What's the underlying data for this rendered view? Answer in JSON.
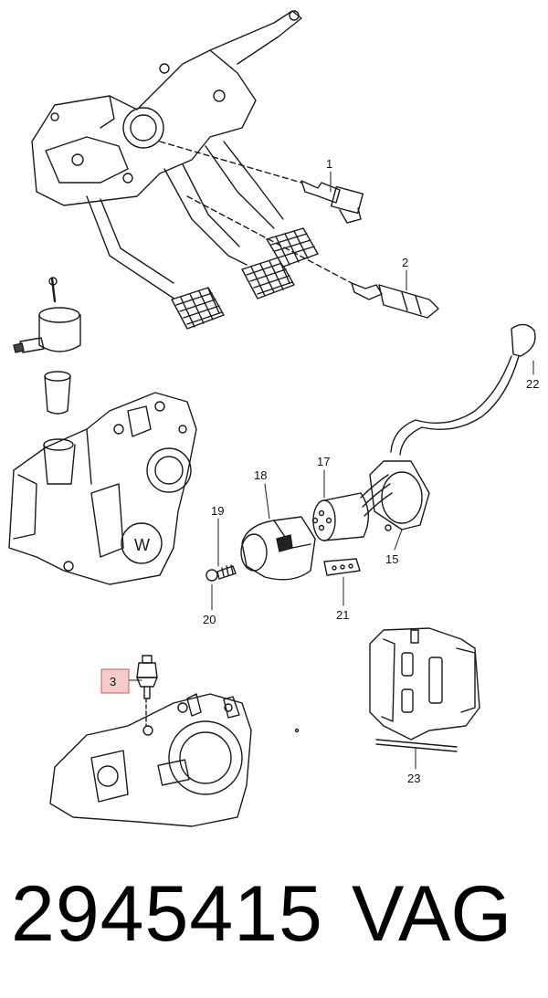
{
  "diagram": {
    "callouts": [
      {
        "id": "c1",
        "label": "1"
      },
      {
        "id": "c2",
        "label": "2"
      },
      {
        "id": "c3",
        "label": "3",
        "highlighted": true
      },
      {
        "id": "c15",
        "label": "15"
      },
      {
        "id": "c17",
        "label": "17"
      },
      {
        "id": "c18",
        "label": "18"
      },
      {
        "id": "c19",
        "label": "19"
      },
      {
        "id": "c20",
        "label": "20"
      },
      {
        "id": "c21",
        "label": "21"
      },
      {
        "id": "c22",
        "label": "22"
      },
      {
        "id": "c23",
        "label": "23"
      }
    ],
    "highlight_color": "#f4cccc",
    "highlight_border": "#d9534f"
  },
  "footer": {
    "part_number": "2945415",
    "brand": "VAG"
  }
}
